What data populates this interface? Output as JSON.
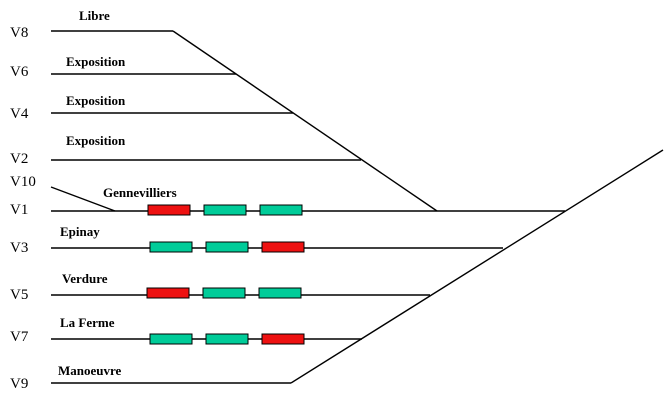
{
  "tracks": [
    {
      "id": "V8",
      "label": "Libre",
      "wagons": []
    },
    {
      "id": "V6",
      "label": "Exposition",
      "wagons": []
    },
    {
      "id": "V4",
      "label": "Exposition",
      "wagons": []
    },
    {
      "id": "V2",
      "label": "Exposition",
      "wagons": []
    },
    {
      "id": "V10",
      "label": "",
      "wagons": []
    },
    {
      "id": "V1",
      "label": "Gennevilliers",
      "wagons": [
        "red",
        "green",
        "green"
      ]
    },
    {
      "id": "V3",
      "label": "Epinay",
      "wagons": [
        "green",
        "green",
        "red"
      ]
    },
    {
      "id": "V5",
      "label": "Verdure",
      "wagons": [
        "red",
        "green",
        "green"
      ]
    },
    {
      "id": "V7",
      "label": "La Ferme",
      "wagons": [
        "green",
        "green",
        "red"
      ]
    },
    {
      "id": "V9",
      "label": "Manoeuvre",
      "wagons": []
    }
  ],
  "colors": {
    "red": "#ee1111",
    "green": "#00cc99",
    "line": "#000000"
  }
}
